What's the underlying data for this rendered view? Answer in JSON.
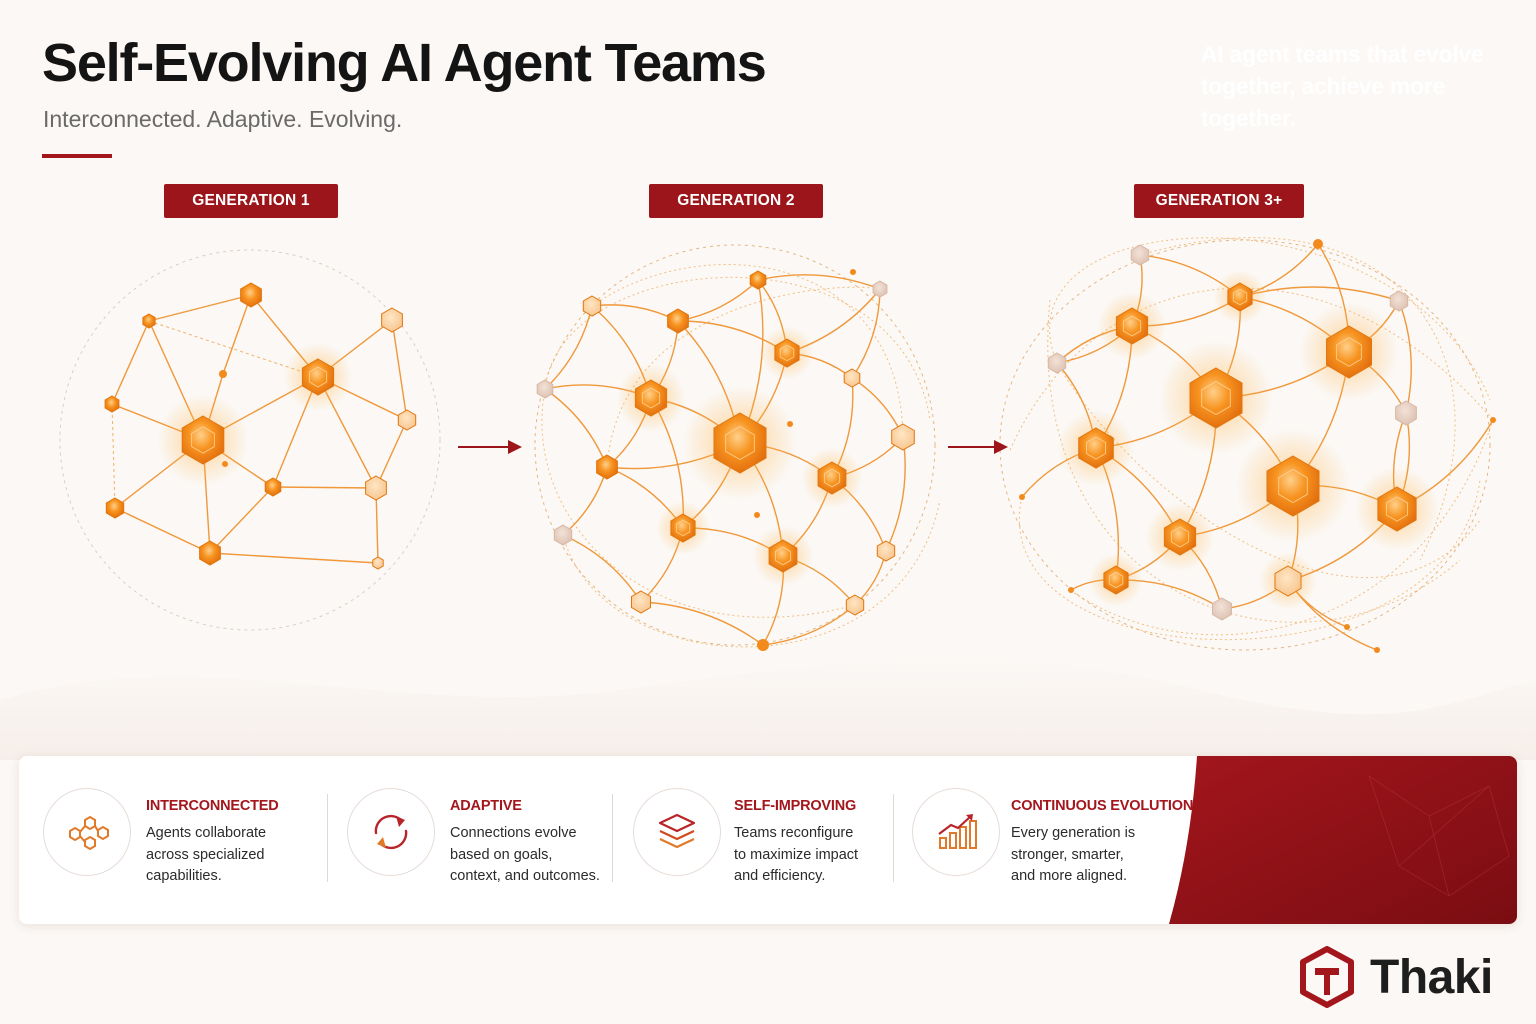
{
  "header": {
    "title": "Self-Evolving AI Agent Teams",
    "subtitle": "Interconnected. Adaptive. Evolving."
  },
  "generations": [
    {
      "label": "GENERATION 1"
    },
    {
      "label": "GENERATION 2"
    },
    {
      "label": "GENERATION 3+"
    }
  ],
  "features": [
    {
      "title": "INTERCONNECTED",
      "icon": "hexagon-network-icon",
      "lines": [
        "Agents collaborate",
        "across specialized",
        "capabilities."
      ]
    },
    {
      "title": "ADAPTIVE",
      "icon": "refresh-cycle-icon",
      "lines": [
        "Connections evolve",
        "based on goals,",
        "context, and outcomes."
      ]
    },
    {
      "title": "SELF-IMPROVING",
      "icon": "layers-stack-icon",
      "lines": [
        "Teams reconfigure",
        "to maximize impact",
        "and efficiency."
      ]
    },
    {
      "title": "CONTINUOUS EVOLUTION",
      "icon": "growth-chart-icon",
      "lines": [
        "Every generation is",
        "stronger, smarter,",
        "and more aligned."
      ]
    }
  ],
  "tagline": {
    "lines": [
      "AI agent teams that evolve",
      "together, achieve more",
      "together."
    ]
  },
  "brand": {
    "name": "Thaki",
    "logo": "thaki-hexagon-logo"
  },
  "colors": {
    "accent": "#a3161c",
    "node_orange": "#f28a1c",
    "link_orange": "#f0a24a",
    "background": "#fbf8f5"
  }
}
